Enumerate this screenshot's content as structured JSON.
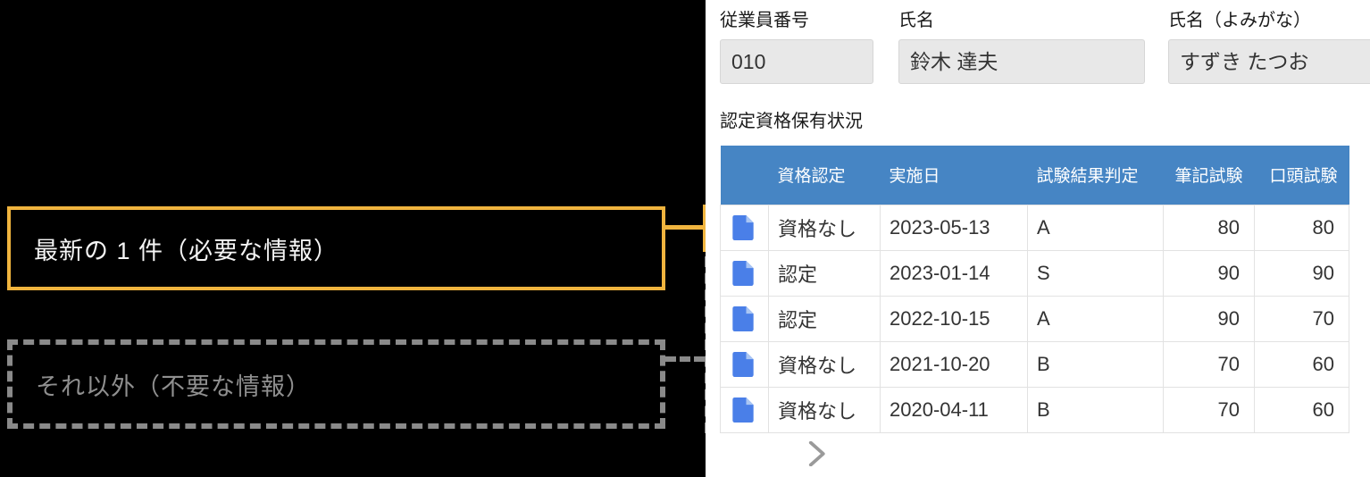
{
  "annotations": {
    "latest": {
      "label": "最新の 1 件（必要な情報）"
    },
    "others": {
      "label": "それ以外（不要な情報）"
    }
  },
  "fields": [
    {
      "label": "従業員番号",
      "value": "010"
    },
    {
      "label": "氏名",
      "value": "鈴木 達夫"
    },
    {
      "label": "氏名（よみがな）",
      "value": "すずき たつお"
    }
  ],
  "subtable": {
    "title": "認定資格保有状況",
    "columns": [
      "資格認定",
      "実施日",
      "試験結果判定",
      "筆記試験",
      "口頭試験"
    ],
    "rows": [
      {
        "icon": "document-icon",
        "qualification": "資格なし",
        "date": "2023-05-13",
        "result": "A",
        "written": "80",
        "oral": "80"
      },
      {
        "icon": "document-icon",
        "qualification": "認定",
        "date": "2023-01-14",
        "result": "S",
        "written": "90",
        "oral": "90"
      },
      {
        "icon": "document-icon",
        "qualification": "認定",
        "date": "2022-10-15",
        "result": "A",
        "written": "90",
        "oral": "70"
      },
      {
        "icon": "document-icon",
        "qualification": "資格なし",
        "date": "2021-10-20",
        "result": "B",
        "written": "70",
        "oral": "60"
      },
      {
        "icon": "document-icon",
        "qualification": "資格なし",
        "date": "2020-04-11",
        "result": "B",
        "written": "70",
        "oral": "60"
      }
    ]
  },
  "colors": {
    "accent_orange": "#f0b43e",
    "muted_gray": "#8a8a8a",
    "table_header_blue": "#4685c4",
    "doc_icon_blue": "#4a7fe8"
  }
}
